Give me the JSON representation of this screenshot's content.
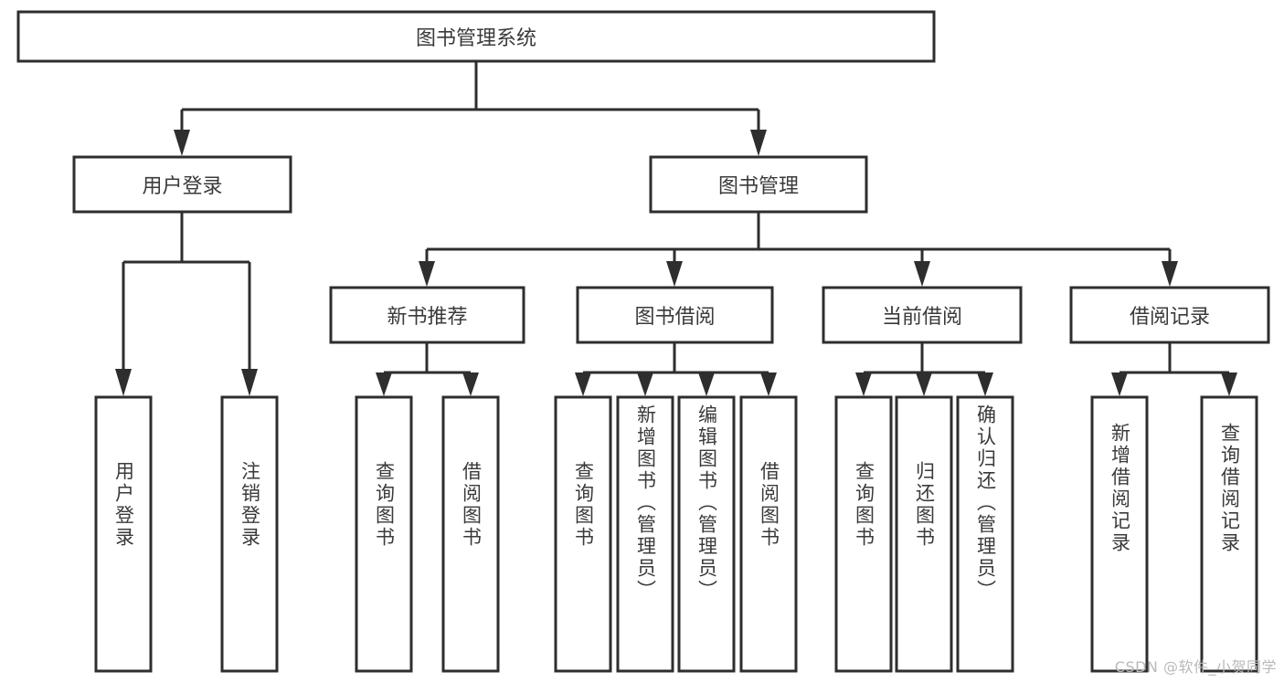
{
  "diagram": {
    "title": "图书管理系统",
    "type": "tree",
    "orientation": "top-down",
    "colors": {
      "background": "#ffffff",
      "box_fill": "#ffffff",
      "box_stroke": "#2e2e2e",
      "text": "#3a3a3a",
      "connector": "#2e2e2e",
      "watermark": "#b9b9b9"
    },
    "levels": {
      "root": {
        "label": "图书管理系统",
        "orientation": "horizontal"
      },
      "level2": [
        {
          "id": "user-login",
          "label": "用户登录",
          "orientation": "horizontal"
        },
        {
          "id": "book-management",
          "label": "图书管理",
          "orientation": "horizontal"
        }
      ],
      "level3": [
        {
          "id": "new-book-recommend",
          "label": "新书推荐",
          "orientation": "horizontal",
          "parent": "book-management"
        },
        {
          "id": "book-borrow",
          "label": "图书借阅",
          "orientation": "horizontal",
          "parent": "book-management"
        },
        {
          "id": "current-borrow",
          "label": "当前借阅",
          "orientation": "horizontal",
          "parent": "book-management"
        },
        {
          "id": "borrow-record",
          "label": "借阅记录",
          "orientation": "horizontal",
          "parent": "book-management"
        }
      ],
      "leaves": [
        {
          "id": "leaf-user-login",
          "label": "用户登录",
          "orientation": "vertical",
          "parent": "user-login"
        },
        {
          "id": "leaf-user-logout",
          "label": "注销登录",
          "orientation": "vertical",
          "parent": "user-login"
        },
        {
          "id": "leaf-query-book-1",
          "label": "查询图书",
          "orientation": "vertical",
          "parent": "new-book-recommend"
        },
        {
          "id": "leaf-borrow-book-1",
          "label": "借阅图书",
          "orientation": "vertical",
          "parent": "new-book-recommend"
        },
        {
          "id": "leaf-query-book-2",
          "label": "查询图书",
          "orientation": "vertical",
          "parent": "book-borrow"
        },
        {
          "id": "leaf-add-book",
          "label": "新增图书（管理员）",
          "orientation": "vertical",
          "parent": "book-borrow"
        },
        {
          "id": "leaf-edit-book",
          "label": "编辑图书（管理员）",
          "orientation": "vertical",
          "parent": "book-borrow"
        },
        {
          "id": "leaf-borrow-book-2",
          "label": "借阅图书",
          "orientation": "vertical",
          "parent": "book-borrow"
        },
        {
          "id": "leaf-query-book-3",
          "label": "查询图书",
          "orientation": "vertical",
          "parent": "current-borrow"
        },
        {
          "id": "leaf-return-book",
          "label": "归还图书",
          "orientation": "vertical",
          "parent": "current-borrow"
        },
        {
          "id": "leaf-confirm-return",
          "label": "确认归还（管理员）",
          "orientation": "vertical",
          "parent": "current-borrow"
        },
        {
          "id": "leaf-add-record",
          "label": "新增借阅记录",
          "orientation": "vertical",
          "parent": "borrow-record"
        },
        {
          "id": "leaf-query-record",
          "label": "查询借阅记录",
          "orientation": "vertical",
          "parent": "borrow-record"
        }
      ]
    },
    "watermark": "CSDN @软件_小贺同学"
  }
}
